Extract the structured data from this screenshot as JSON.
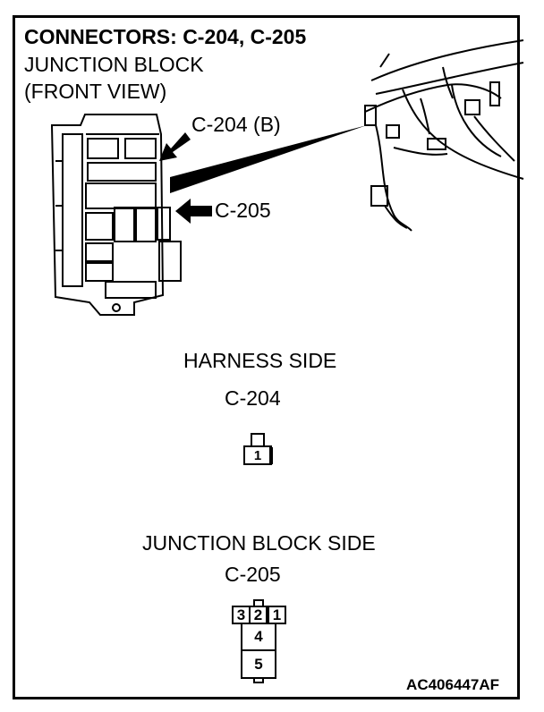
{
  "title": "CONNECTORS: C-204, C-205",
  "subtitle_line1": "JUNCTION BLOCK",
  "subtitle_line2": "(FRONT VIEW)",
  "callout_c204": "C-204 (B)",
  "callout_c205": "C-205",
  "harness_side": {
    "heading": "HARNESS SIDE",
    "connector": "C-204",
    "pins": [
      "1"
    ]
  },
  "junction_block_side": {
    "heading": "JUNCTION BLOCK SIDE",
    "connector": "C-205",
    "pins_row1": [
      "3",
      "2",
      "1"
    ],
    "pin_4": "4",
    "pin_5": "5"
  },
  "figure_code": "AC406447AF"
}
